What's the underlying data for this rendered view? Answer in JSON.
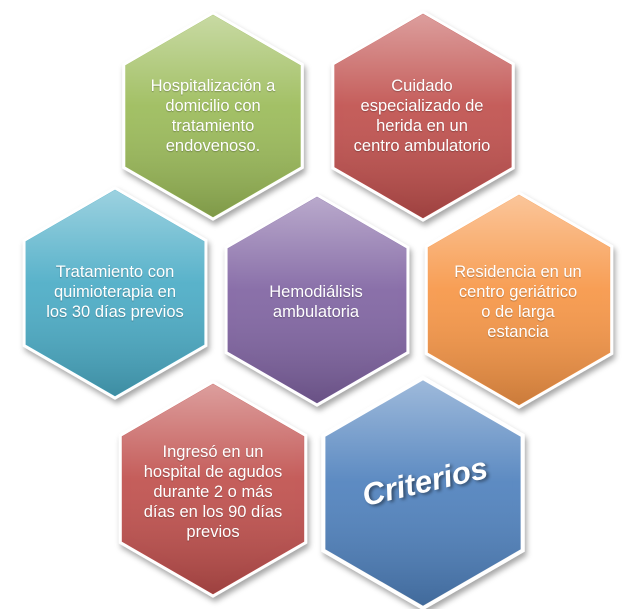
{
  "colors": {
    "green": "#9BBB59",
    "red": "#C0504D",
    "cyan": "#4BACC6",
    "purple": "#8064A2",
    "orange": "#F79646",
    "blue": "#4F81BD",
    "white": "#ffffff"
  },
  "hexagons": [
    {
      "id": "hospitalizacion",
      "color": "green",
      "text": "Hospitalización a domicilio con tratamiento endovenoso."
    },
    {
      "id": "cuidado",
      "color": "red",
      "text": "Cuidado especializado de herida en un centro ambulatorio"
    },
    {
      "id": "quimio",
      "color": "cyan",
      "text": "Tratamiento con quimioterapia en los 30 días previos"
    },
    {
      "id": "hemodialisis",
      "color": "purple",
      "text": "Hemodiálisis ambulatoria"
    },
    {
      "id": "residencia",
      "color": "orange",
      "text": "Residencia en un centro geriátrico o de larga estancia"
    },
    {
      "id": "ingreso",
      "color": "red",
      "text": "Ingresó en un hospital de agudos durante 2 o más días en los 90 días previos"
    }
  ],
  "center": {
    "id": "criterios",
    "color": "blue",
    "text": "Criterios"
  }
}
